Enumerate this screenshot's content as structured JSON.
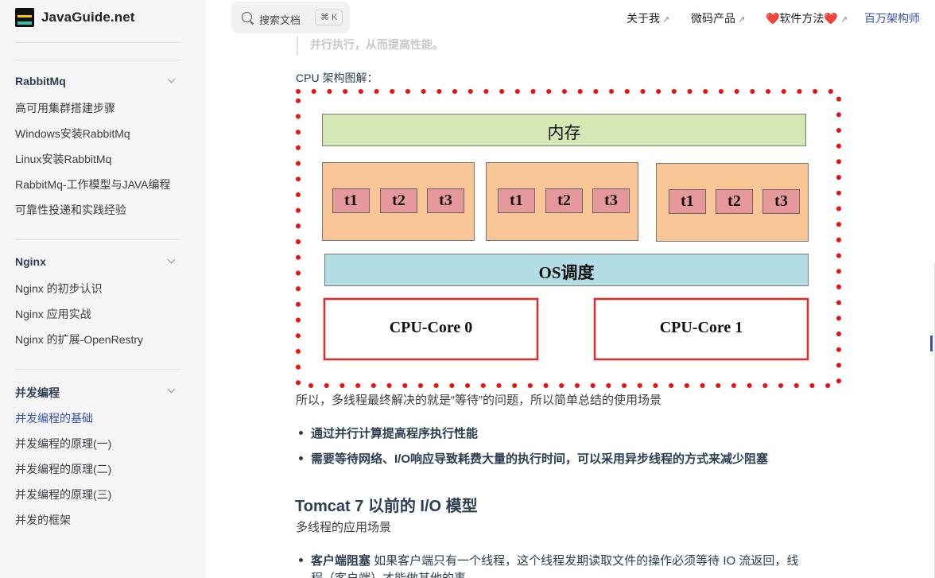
{
  "site": {
    "title": "JavaGuide.net"
  },
  "sidebar": {
    "groups": [
      {
        "title": "RabbitMq",
        "items": [
          "高可用集群搭建步骤",
          "Windows安装RabbitMq",
          "Linux安装RabbitMq",
          "RabbitMq-工作模型与JAVA编程",
          "可靠性投递和实践经验"
        ]
      },
      {
        "title": "Nginx",
        "items": [
          "Nginx 的初步认识",
          "Nginx 应用实战",
          "Nginx 的扩展-OpenRestry"
        ]
      },
      {
        "title": "并发编程",
        "items": [
          "并发编程的基础",
          "并发编程的原理(一)",
          "并发编程的原理(二)",
          "并发编程的原理(三)",
          "并发的框架"
        ],
        "active_item": "并发编程的基础"
      }
    ]
  },
  "search": {
    "placeholder": "搜索文档",
    "shortcut": "⌘ K"
  },
  "topnav": {
    "items": [
      "关于我",
      "微码产品",
      "❤️软件方法❤️"
    ],
    "external_mark": "↗",
    "brand_link": "百万架构师"
  },
  "content": {
    "faded_quote": "并行执行，从而提高性能。",
    "caption": "CPU 架构图解：",
    "diagram": {
      "memory_label": "内存",
      "thread_labels": [
        "t1",
        "t2",
        "t3"
      ],
      "os_label": "OS调度",
      "cores": [
        "CPU-Core 0",
        "CPU-Core 1"
      ],
      "colors": {
        "memory": "#d5e8b4",
        "process": "#f8c597",
        "thread": "#e6989a",
        "os": "#b2dde5",
        "core_border": "#e3282b",
        "dotted_border": "#ef1010"
      }
    },
    "para1": "所以，多线程最终解决的就是“等待”的问题，所以简单总结的使用场景",
    "bullets": [
      "通过并行计算提高程序执行性能",
      "需要等待网络、I/O响应导致耗费大量的执行时间，可以采用异步线程的方式来减少阻塞"
    ],
    "heading": "Tomcat 7 以前的 I/O 模型",
    "para2": "多线程的应用场景",
    "bullet3_bold": "客户端阻塞",
    "bullet3_text": " 如果客户端只有一个线程，这个线程发期读取文件的操作必须等待 IO 流返回，线",
    "bullet3_cont": "程（客户端）才能做其他的事"
  }
}
